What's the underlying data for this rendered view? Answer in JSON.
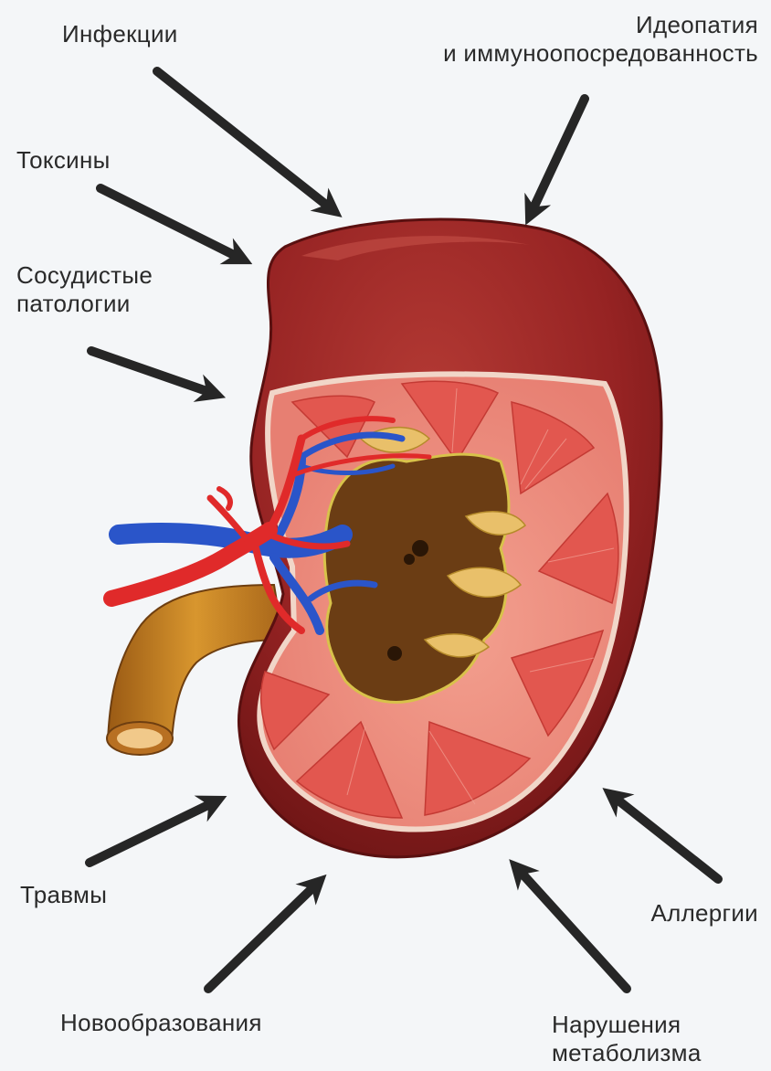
{
  "labels": {
    "infections": "Инфекции",
    "idiopathy_line1": "Идеопатия",
    "idiopathy_line2": "и иммуноопосредованность",
    "toxins": "Токсины",
    "vascular_line1": "Сосудистые",
    "vascular_line2": "патологии",
    "trauma": "Травмы",
    "neoplasms": "Новообразования",
    "allergies": "Аллергии",
    "metabolism_line1": "Нарушения",
    "metabolism_line2": "метаболизма"
  },
  "colors": {
    "arrow": "#262626",
    "capsule": "#9a2424",
    "cortex": "#e8857a",
    "pyramid": "#e2574f",
    "pelvis": "#6b3d14",
    "ureter": "#c27a22",
    "artery": "#e02a2a",
    "vein": "#2a55c9",
    "background": "#f4f6f8"
  }
}
